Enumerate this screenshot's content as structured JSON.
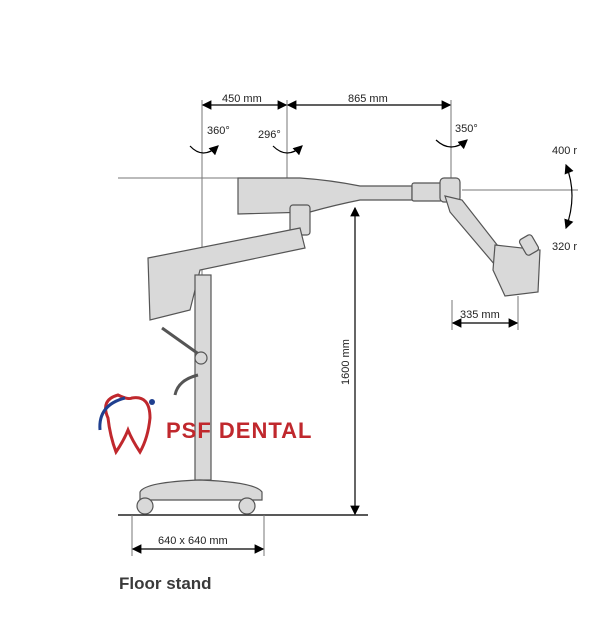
{
  "dimensions": {
    "arm1": "450 mm",
    "arm2": "865 mm",
    "rot1": "360°",
    "rot2": "296°",
    "rot3": "350°",
    "tilt_up": "400 r",
    "tilt_down": "320 r",
    "head_reach": "335 mm",
    "height": "1600 mm",
    "base": "640 x 640 mm"
  },
  "watermark": {
    "text": "PSF DENTAL",
    "color": "#c0282d",
    "logo_color": "#1f3f8f"
  },
  "caption": "Floor stand",
  "colors": {
    "stand_fill": "#d7d7d7",
    "stand_stroke": "#555555",
    "dim_line": "#000000"
  }
}
